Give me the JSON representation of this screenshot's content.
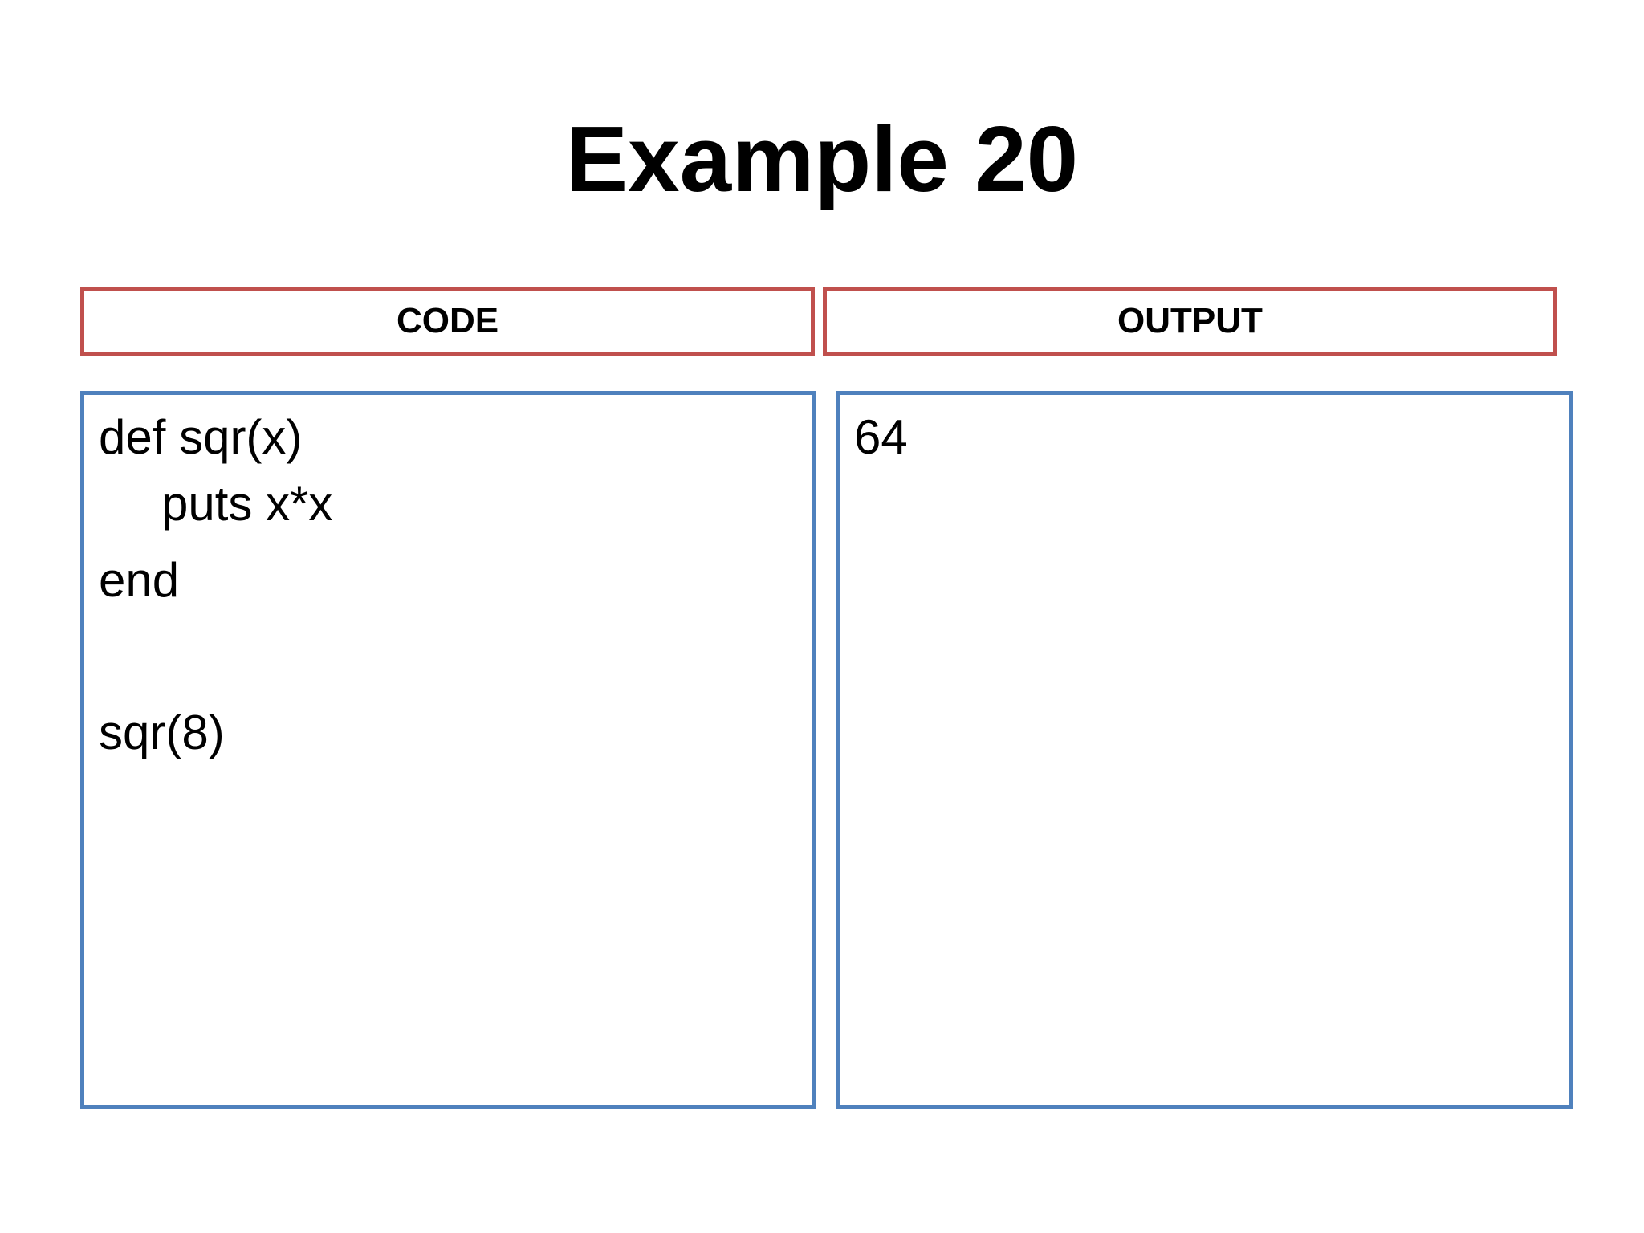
{
  "title": "Example 20",
  "headers": {
    "code": "CODE",
    "output": "OUTPUT"
  },
  "code_lines": [
    "def sqr(x)",
    "puts x*x",
    "end",
    "sqr(8)"
  ],
  "output_lines": [
    "64"
  ],
  "colors": {
    "header_border": "#c0504d",
    "panel_border": "#4f81bd"
  }
}
